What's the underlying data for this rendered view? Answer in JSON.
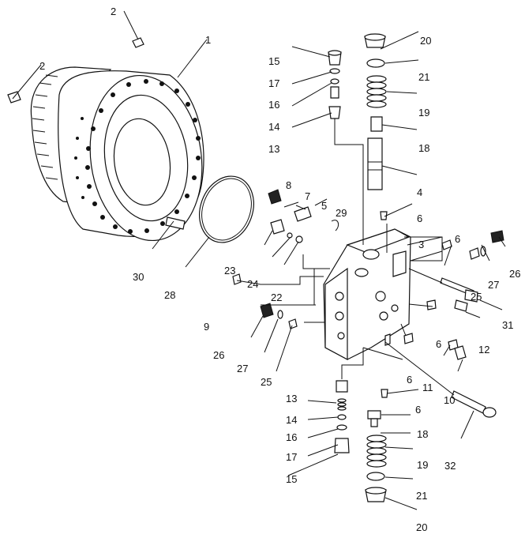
{
  "diagram": {
    "callouts": [
      {
        "id": "c2a",
        "label": "2"
      },
      {
        "id": "c2b",
        "label": "2"
      },
      {
        "id": "c1",
        "label": "1"
      },
      {
        "id": "c30",
        "label": "30"
      },
      {
        "id": "c28",
        "label": "28"
      },
      {
        "id": "c15t",
        "label": "15"
      },
      {
        "id": "c17t",
        "label": "17"
      },
      {
        "id": "c16t",
        "label": "16"
      },
      {
        "id": "c14t",
        "label": "14"
      },
      {
        "id": "c13t",
        "label": "13"
      },
      {
        "id": "c8",
        "label": "8"
      },
      {
        "id": "c7",
        "label": "7"
      },
      {
        "id": "c5",
        "label": "5"
      },
      {
        "id": "c29",
        "label": "29"
      },
      {
        "id": "c20t",
        "label": "20"
      },
      {
        "id": "c21t",
        "label": "21"
      },
      {
        "id": "c19t",
        "label": "19"
      },
      {
        "id": "c18t",
        "label": "18"
      },
      {
        "id": "c4",
        "label": "4"
      },
      {
        "id": "c6a",
        "label": "6"
      },
      {
        "id": "c3",
        "label": "3"
      },
      {
        "id": "c6b",
        "label": "6"
      },
      {
        "id": "c26r",
        "label": "26"
      },
      {
        "id": "c27r",
        "label": "27"
      },
      {
        "id": "c25r",
        "label": "25"
      },
      {
        "id": "c31",
        "label": "31"
      },
      {
        "id": "c12",
        "label": "12"
      },
      {
        "id": "c6c",
        "label": "6"
      },
      {
        "id": "c23",
        "label": "23"
      },
      {
        "id": "c24",
        "label": "24"
      },
      {
        "id": "c22",
        "label": "22"
      },
      {
        "id": "c9",
        "label": "9"
      },
      {
        "id": "c26l",
        "label": "26"
      },
      {
        "id": "c27l",
        "label": "27"
      },
      {
        "id": "c25l",
        "label": "25"
      },
      {
        "id": "c6d",
        "label": "6"
      },
      {
        "id": "c11",
        "label": "11"
      },
      {
        "id": "c10",
        "label": "10"
      },
      {
        "id": "c6e",
        "label": "6"
      },
      {
        "id": "c13b",
        "label": "13"
      },
      {
        "id": "c14b",
        "label": "14"
      },
      {
        "id": "c16b",
        "label": "16"
      },
      {
        "id": "c17b",
        "label": "17"
      },
      {
        "id": "c15b",
        "label": "15"
      },
      {
        "id": "c18b",
        "label": "18"
      },
      {
        "id": "c19b",
        "label": "19"
      },
      {
        "id": "c32",
        "label": "32"
      },
      {
        "id": "c21b",
        "label": "21"
      },
      {
        "id": "c20b",
        "label": "20"
      }
    ]
  }
}
